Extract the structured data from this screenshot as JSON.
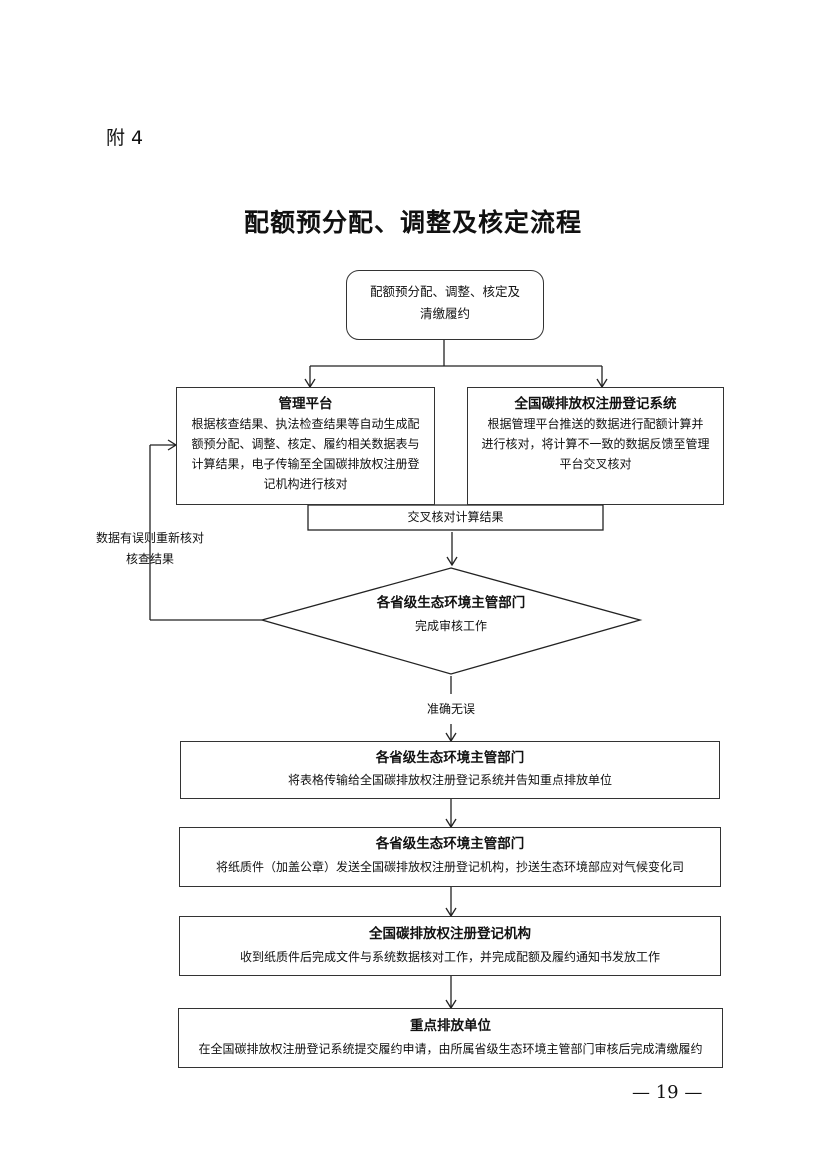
{
  "annex_label": "附 4",
  "title": "配额预分配、调整及核定流程",
  "start": {
    "line1": "配额预分配、调整、核定及",
    "line2": "清缴履约"
  },
  "platform": {
    "title": "管理平台",
    "lines": [
      "根据核查结果、执法检查结果等自动生成配",
      "额预分配、调整、核定、履约相关数据表与",
      "计算结果，电子传输至全国碳排放权注册登",
      "记机构进行核对"
    ]
  },
  "registry_system": {
    "title": "全国碳排放权注册登记系统",
    "lines": [
      "根据管理平台推送的数据进行配额计算并",
      "进行核对，将计算不一致的数据反馈至管理",
      "平台交叉核对"
    ]
  },
  "cross_check_label": "交叉核对计算结果",
  "feedback_label": {
    "line1": "数据有误则重新核对",
    "line2": "核查结果"
  },
  "review": {
    "title": "各省级生态环境主管部门",
    "text": "完成审核工作"
  },
  "correct_label": "准确无误",
  "step1": {
    "title": "各省级生态环境主管部门",
    "text": "将表格传输给全国碳排放权注册登记系统并告知重点排放单位"
  },
  "step2": {
    "title": "各省级生态环境主管部门",
    "text": "将纸质件（加盖公章）发送全国碳排放权注册登记机构，抄送生态环境部应对气候变化司"
  },
  "step3": {
    "title": "全国碳排放权注册登记机构",
    "text": "收到纸质件后完成文件与系统数据核对工作，并完成配额及履约通知书发放工作"
  },
  "step4": {
    "title": "重点排放单位",
    "text": "在全国碳排放权注册登记系统提交履约申请，由所属省级生态环境主管部门审核后完成清缴履约"
  },
  "page_number": "—  19  —"
}
